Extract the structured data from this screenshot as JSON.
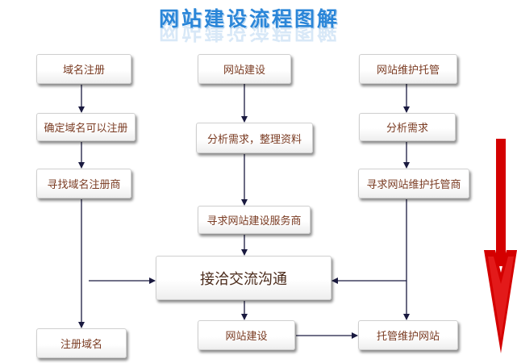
{
  "title": "网站建设流程图解",
  "boxes": {
    "domain_register": "域名注册",
    "confirm_domain": "确定域名可以注册",
    "find_registrar": "寻找域名注册商",
    "register_domain": "注册域名",
    "website_build_top": "网站建设",
    "analyze_materials": "分析需求，整理资料",
    "find_build_provider": "寻求网站建设服务商",
    "communicate": "接洽交流沟通",
    "website_build_bottom": "网站建设",
    "hosting_top": "网站维护托管",
    "analyze_needs": "分析需求",
    "find_hosting_provider": "寻求网站维护托管商",
    "hosting_bottom": "托管维护网站"
  },
  "colors": {
    "line": "#1a1a40",
    "arrow": "#d40000",
    "title": "#2b86d8",
    "text": "#7a3b22"
  }
}
